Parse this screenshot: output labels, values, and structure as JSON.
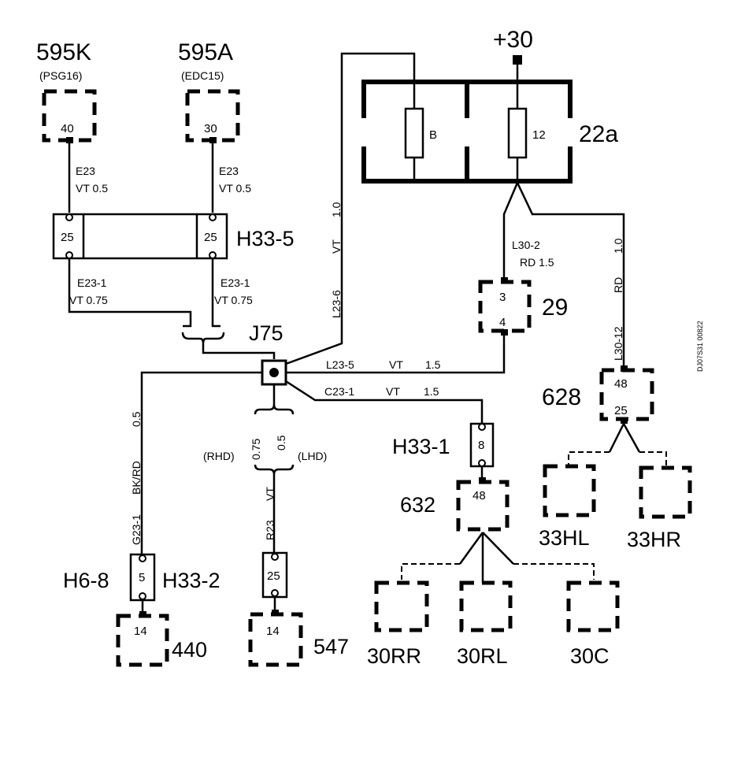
{
  "components": {
    "c595k": {
      "id": "595K",
      "sub": "(PSG16)",
      "pin": "40"
    },
    "c595a": {
      "id": "595A",
      "sub": "(EDC15)",
      "pin": "30"
    },
    "fusebox": {
      "id": "22a",
      "supply": "+30",
      "fuse_b": "B",
      "fuse_12": "12"
    },
    "c29": {
      "id": "29",
      "pin_top": "3",
      "pin_bottom": "4"
    },
    "c628": {
      "id": "628",
      "pin_top": "48",
      "pin_bottom": "25"
    },
    "c33hl": {
      "id": "33HL"
    },
    "c33hr": {
      "id": "33HR"
    },
    "c632": {
      "id": "632",
      "pin": "48"
    },
    "c30rr": {
      "id": "30RR"
    },
    "c30rl": {
      "id": "30RL"
    },
    "c30c": {
      "id": "30C"
    },
    "c440": {
      "id": "440",
      "pin": "14"
    },
    "c547": {
      "id": "547",
      "pin": "14"
    }
  },
  "connectors": {
    "h33_5": {
      "id": "H33-5",
      "pin_left": "25",
      "pin_right": "25"
    },
    "h33_1": {
      "id": "H33-1",
      "pin": "8"
    },
    "h33_2": {
      "id": "H33-2",
      "alt_id": "H6-8",
      "pin": "5"
    },
    "c547_inline": {
      "pin": "25"
    }
  },
  "splice": {
    "id": "J75"
  },
  "wires": {
    "e23_left": {
      "name": "E23",
      "spec": "VT  0.5"
    },
    "e23_right": {
      "name": "E23",
      "spec": "VT  0.5"
    },
    "e23_1_left": {
      "name": "E23-1",
      "spec": "VT  0.75"
    },
    "e23_1_right": {
      "name": "E23-1",
      "spec": "VT  0.75"
    },
    "l23_6": {
      "name": "L23-6",
      "color": "VT",
      "size": "1.0"
    },
    "l23_5": {
      "name": "L23-5",
      "color": "VT",
      "size": "1.5"
    },
    "c23_1": {
      "name": "C23-1",
      "color": "VT",
      "size": "1.5"
    },
    "l30_2": {
      "name": "L30-2",
      "spec": "RD  1.5"
    },
    "l30_12": {
      "name": "L30-12",
      "color": "RD",
      "size": "1.0"
    },
    "g23_1": {
      "name": "G23-1",
      "color": "BK/RD",
      "size": "0.5"
    },
    "r23": {
      "name": "R23",
      "color": "VT",
      "size_rhd": "0.75",
      "size_lhd": "0.5",
      "rhd": "(RHD)",
      "lhd": "(LHD)"
    }
  },
  "ref_code": "DJ07S31 00822"
}
